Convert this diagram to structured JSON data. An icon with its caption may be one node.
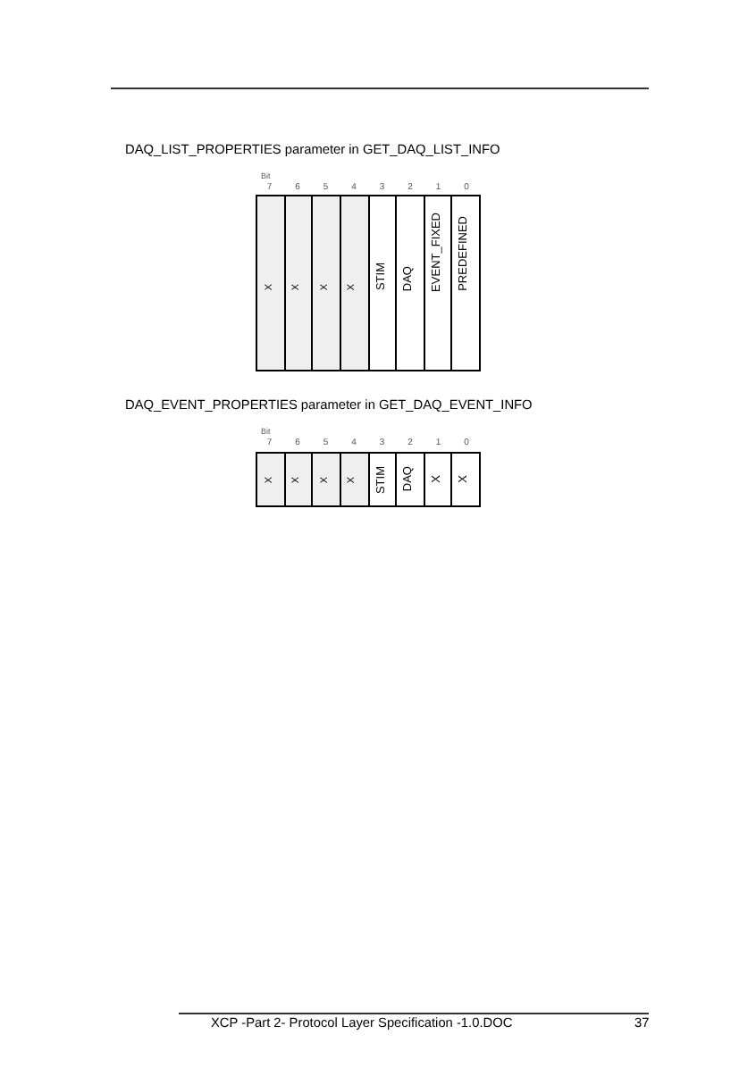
{
  "diagram": {
    "labels": [
      "DAQ_LIST_PROPERTIES parameter in GET_DAQ_LIST_INFO",
      "Bit",
      "7",
      "6",
      "5",
      "4",
      "3",
      "2",
      "1",
      "0",
      "X",
      "X",
      "X",
      "X",
      "STIM",
      "DAQ",
      "EVENT_FIXED",
      "PREDEFINED",
      "DAQ_EVENT_PROPERTIES parameter in GET_DAQ_EVENT_INFO",
      "Bit",
      "7",
      "6",
      "5",
      "4",
      "3",
      "2",
      "1",
      "0",
      "X",
      "X",
      "X",
      "X",
      "STIM",
      "DAQ",
      "X",
      "X",
      "XCP -Part 2- Protocol Layer Specification -1.0.DOC",
      "37"
    ]
  }
}
